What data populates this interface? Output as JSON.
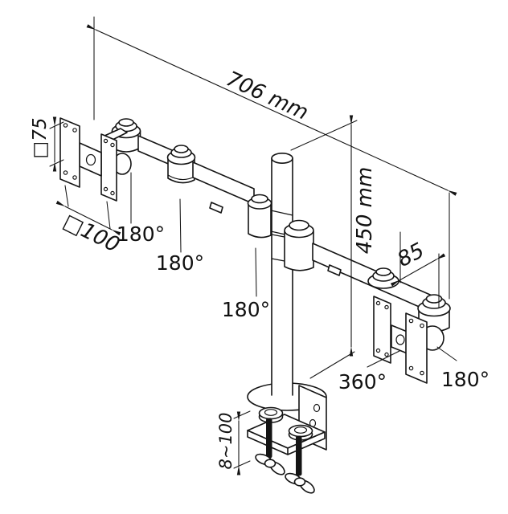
{
  "diagram": {
    "subject": "dual-monitor-desk-mount-arm-technical-drawing",
    "line_color": "#141414",
    "background": "#ffffff",
    "dimensions": {
      "arm_span": "706 mm",
      "column_height": "450 mm",
      "vesa_small": "□75",
      "vesa_large": "□100",
      "end_offset": "85",
      "clamp_range": "8~100"
    },
    "rotations": {
      "left_head_swivel": "180°",
      "elbow_swivel": "180°",
      "column_arm_swivel": "180°",
      "right_head_swivel": "180°",
      "column_rotation": "360°"
    }
  }
}
